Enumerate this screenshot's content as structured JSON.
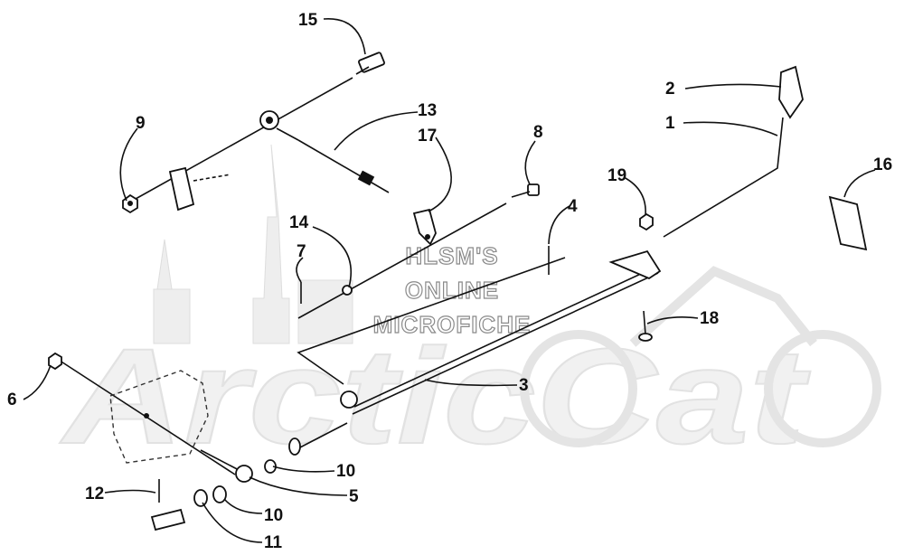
{
  "watermark": {
    "lines": [
      "HLSM'S",
      "ONLINE",
      "MICROFICHE"
    ],
    "brand_text": "ArcticCat"
  },
  "callouts": [
    "15",
    "9",
    "13",
    "17",
    "8",
    "2",
    "1",
    "19",
    "4",
    "16",
    "14",
    "7",
    "18",
    "6",
    "3",
    "10",
    "5",
    "12",
    "10",
    "11"
  ]
}
